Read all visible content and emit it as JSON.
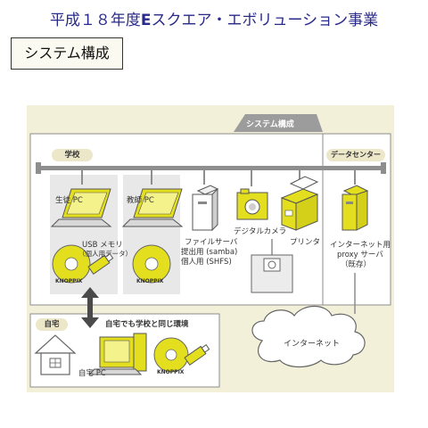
{
  "header": {
    "title_pre": "平成１８年度",
    "title_bold": "E",
    "title_post": "スクエア・エボリューション事業"
  },
  "heading_box": {
    "label": "システム構成"
  },
  "diagram": {
    "system_tab": "システム構成",
    "school_label": "学校",
    "datacenter_label": "データセンター",
    "student_pc": "生徒 PC",
    "teacher_pc": "教師 PC",
    "usb_label_1": "USB メモリ",
    "usb_label_2": "（個人用データ）",
    "knoppix": "KNOPPIX",
    "file_server_1": "ファイルサーバ",
    "file_server_2": "提出用 (samba)",
    "file_server_3": "個人用 (SHFS)",
    "camera": "デジタルカメラ",
    "printer": "プリンタ",
    "proxy_1": "インターネット用",
    "proxy_2": "proxy サーバ",
    "proxy_3": "（既存）",
    "internet": "インターネット",
    "home_label": "自宅",
    "home_caption": "自宅でも学校と同じ環境",
    "home_pc": "自宅 PC"
  },
  "colors": {
    "accent_yellow": "#e3df1e",
    "frame_beige": "#f2efd9",
    "pill_beige": "#ece7c9"
  }
}
